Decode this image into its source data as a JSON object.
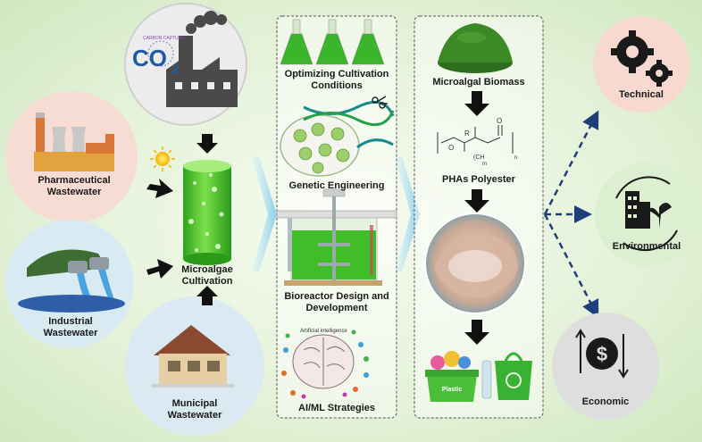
{
  "sources": {
    "co2_text": "CO",
    "co2_sub": "2",
    "co2_ring": "CARBON CAPTURE",
    "pharma": "Pharmaceutical\nWastewater",
    "industrial": "Industrial\nWastewater",
    "municipal": "Municipal\nWastewater"
  },
  "cultivation": {
    "label": "Microalgae\nCultivation"
  },
  "strategies": {
    "optimizing": "Optimizing Cultivation\nConditions",
    "genetic": "Genetic Engineering",
    "bioreactor": "Bioreactor Design and\nDevelopment",
    "aiml": "AI/ML Strategies",
    "ai_caption": "Artificial intelligence"
  },
  "products": {
    "biomass": "Microalgal Biomass",
    "pha": "PHAs Polyester",
    "plastic_bin": "Plastic",
    "chem_R": "R",
    "chem_O": "O",
    "chem_CH2": "(CH",
    "chem_n": "n",
    "chem_m": "m"
  },
  "outcomes": {
    "technical": "Technical",
    "environmental": "Environmental",
    "economic": "Economic"
  },
  "colors": {
    "accent_green": "#3cb32e",
    "arrow_blue": "#1f3f7a",
    "pink_circle": "#f7dcd3",
    "green_circle": "#dcefd0",
    "gray_circle": "#dedede"
  }
}
